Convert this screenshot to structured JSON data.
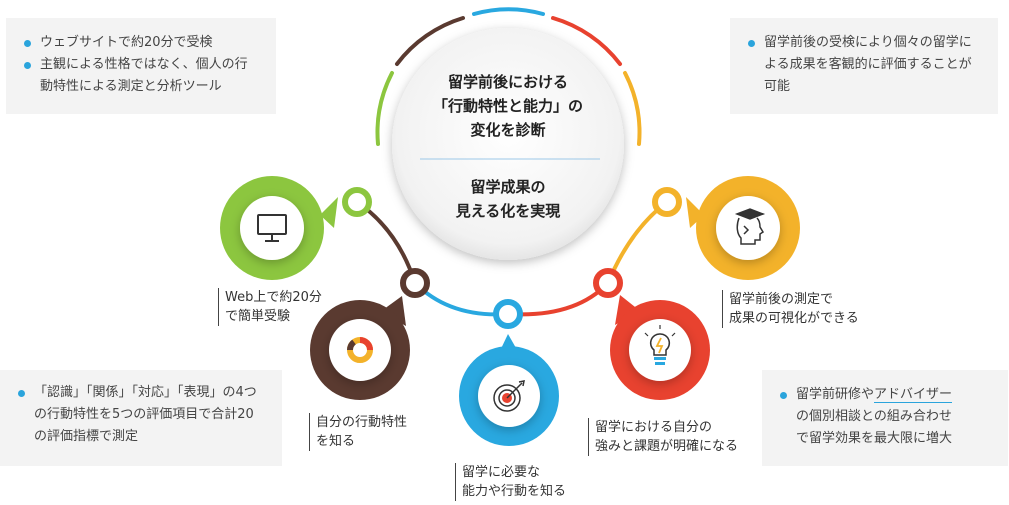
{
  "center": {
    "line1": "留学前後における",
    "line2": "「行動特性と能力」の",
    "line3": "変化を診断",
    "line4": "留学成果の",
    "line5": "見える化を実現"
  },
  "boxes": {
    "top_left": [
      "ウェブサイトで約20分で受検",
      "主観による性格ではなく、個人の行動特性による測定と分析ツール"
    ],
    "top_right": [
      "留学前後の受検により個々の留学による成果を客観的に評価することが可能"
    ],
    "bottom_left": [
      "「認識」「関係」「対応」「表現」の4つの行動特性を5つの評価項目で合計20の評価指標で測定"
    ],
    "bottom_right": {
      "line1_prefix": "留学前研修や",
      "line1_underlined": "アドバイザー",
      "line2": "の個別相談との組み合わせ",
      "line3": "で留学効果を最大限に増大"
    }
  },
  "nodes": [
    {
      "id": "web",
      "icon": "monitor-icon",
      "color": "#8cc63f",
      "label1": "Web上で約20分",
      "label2": "で簡単受験"
    },
    {
      "id": "self",
      "icon": "donut-chart-icon",
      "color": "#5a3a30",
      "label1": "自分の行動特性",
      "label2": "を知る"
    },
    {
      "id": "need",
      "icon": "target-icon",
      "color": "#29a8e0",
      "label1": "留学に必要な",
      "label2": "能力や行動を知る"
    },
    {
      "id": "strength",
      "icon": "lightbulb-icon",
      "color": "#e8422f",
      "label1": "留学における自分の",
      "label2": "強みと課題が明確になる"
    },
    {
      "id": "measure",
      "icon": "graduate-head-icon",
      "color": "#f3b22a",
      "label1": "留学前後の測定で",
      "label2": "成果の可視化ができる"
    }
  ],
  "colors": {
    "green": "#8cc63f",
    "brown": "#5a3a30",
    "blue": "#29a8e0",
    "red": "#e8422f",
    "yellow": "#f3b22a",
    "bullet": "#2aa4dc"
  }
}
